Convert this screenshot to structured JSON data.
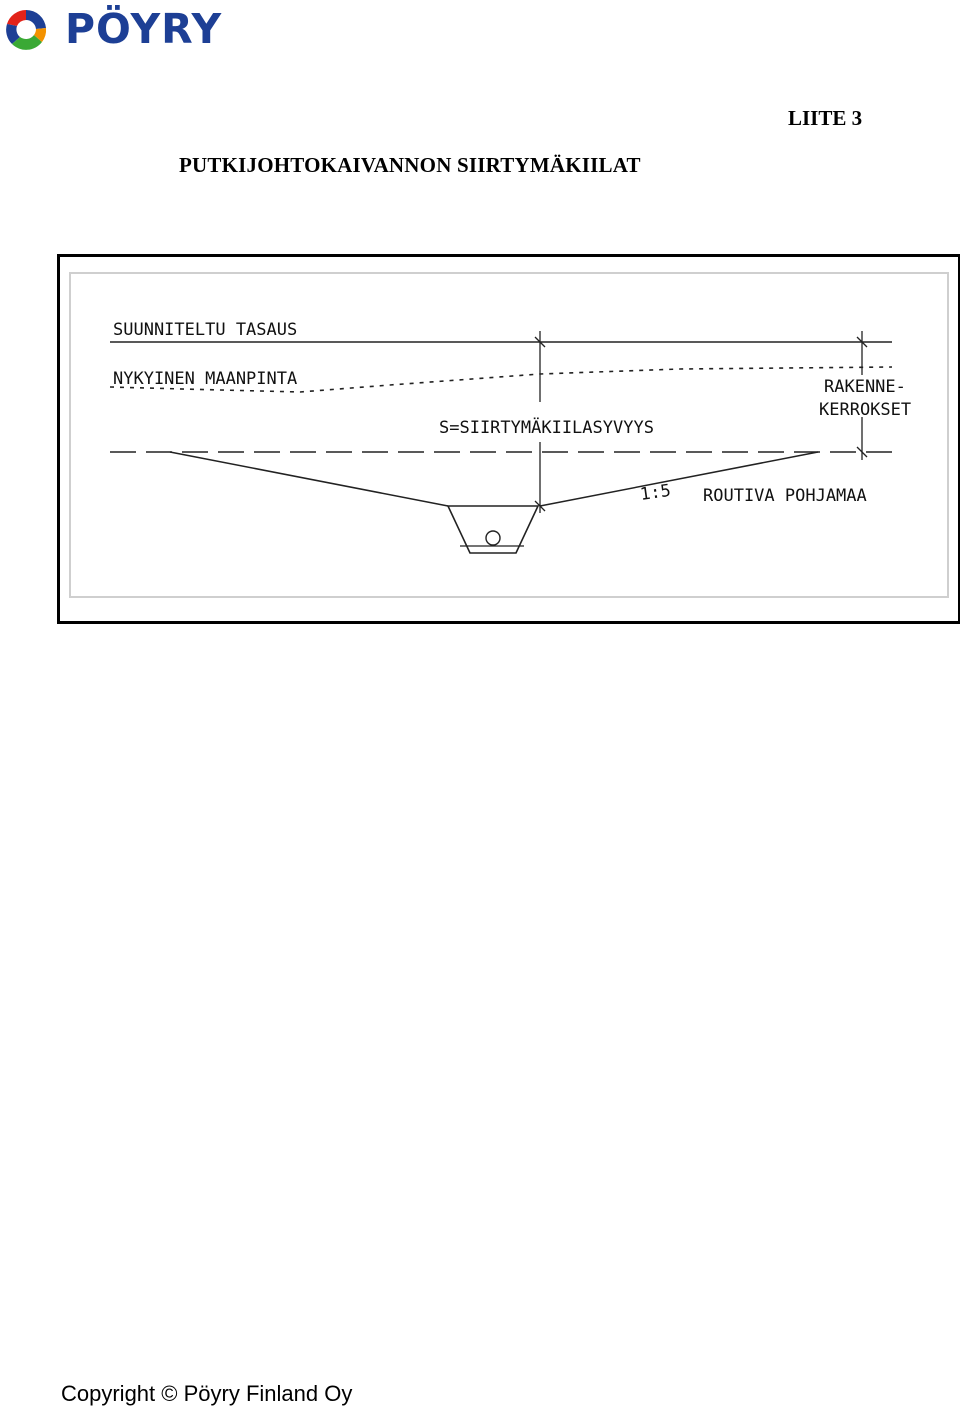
{
  "header": {
    "logo_text": "PÖYRY",
    "appendix": "LIITE 3",
    "title": "PUTKIJOHTOKAIVANNON SIIRTYMÄKIILAT"
  },
  "drawing": {
    "labels": {
      "design_level": "SUUNNITELTU TASAUS",
      "existing_ground": "NYKYINEN MAANPINTA",
      "wedge_depth": "S=SIIRTYMÄKIILASYVYYS",
      "layers_line1": "RAKENNE-",
      "layers_line2": "KERROKSET",
      "slope": "1:5",
      "subsoil": "ROUTIVA POHJAMAA"
    }
  },
  "footer": {
    "copyright": "Copyright © Pöyry Finland Oy"
  },
  "colors": {
    "brand_blue": "#1d3f95",
    "brand_red": "#e2231a",
    "brand_green": "#3aa935",
    "brand_orange": "#f39200"
  }
}
